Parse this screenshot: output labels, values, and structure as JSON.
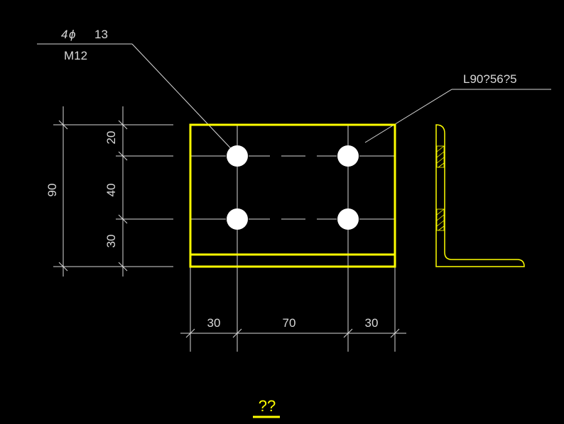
{
  "callout_bolt": {
    "count": "4",
    "phi": "ϕ",
    "diameter": "13",
    "bolt": "M12"
  },
  "callout_angle": "L90?56?5",
  "vertical_dims": {
    "total": "90",
    "d1": "20",
    "d2": "40",
    "d3": "30"
  },
  "horizontal_dims": {
    "d1": "30",
    "d2": "70",
    "d3": "30"
  },
  "caption": "??",
  "colors": {
    "background": "#000000",
    "lines": "#d8d8d8",
    "outline": "#ffff00"
  }
}
